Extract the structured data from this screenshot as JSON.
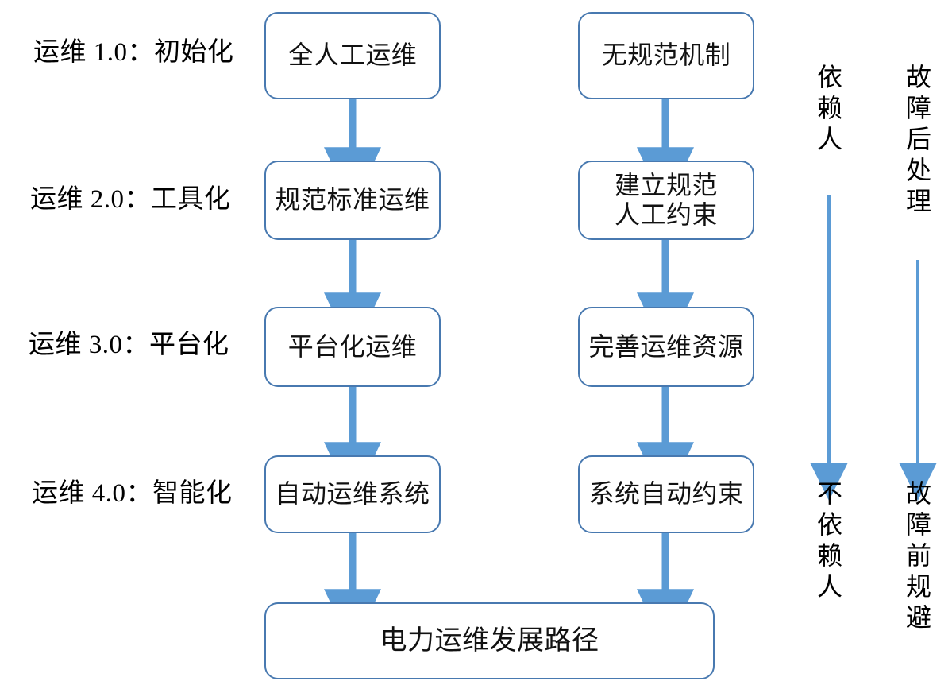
{
  "diagram": {
    "title": "电力运维发展路径",
    "accent_color": "#5B9BD5",
    "border_color": "#4879B0",
    "text_color": "#000000",
    "background": "#ffffff"
  },
  "stages": [
    {
      "label": "运维 1.0：初始化"
    },
    {
      "label": "运维 2.0：工具化"
    },
    {
      "label": "运维 3.0：平台化"
    },
    {
      "label": "运维 4.0：智能化"
    }
  ],
  "column_left": [
    {
      "label": "全人工运维"
    },
    {
      "label": "规范标准运维"
    },
    {
      "label": "平台化运维"
    },
    {
      "label": "自动运维系统"
    }
  ],
  "column_right": [
    {
      "label": "无规范机制"
    },
    {
      "label": "建立规范\n人工约束"
    },
    {
      "label": "完善运维资源"
    },
    {
      "label": "系统自动约束"
    }
  ],
  "summary": {
    "label": "电力运维发展路径"
  },
  "axes": [
    {
      "name": "people-dependency-axis",
      "top_label": "依赖人",
      "bottom_label": "不依赖人",
      "top_chars": [
        "依",
        "赖",
        "人"
      ],
      "bottom_chars": [
        "不",
        "依",
        "赖",
        "人"
      ]
    },
    {
      "name": "fault-handling-axis",
      "top_label": "故障后处理",
      "bottom_label": "故障前规避",
      "top_chars": [
        "故",
        "障",
        "后",
        "处",
        "理"
      ],
      "bottom_chars": [
        "故",
        "障",
        "前",
        "规",
        "避"
      ]
    }
  ]
}
